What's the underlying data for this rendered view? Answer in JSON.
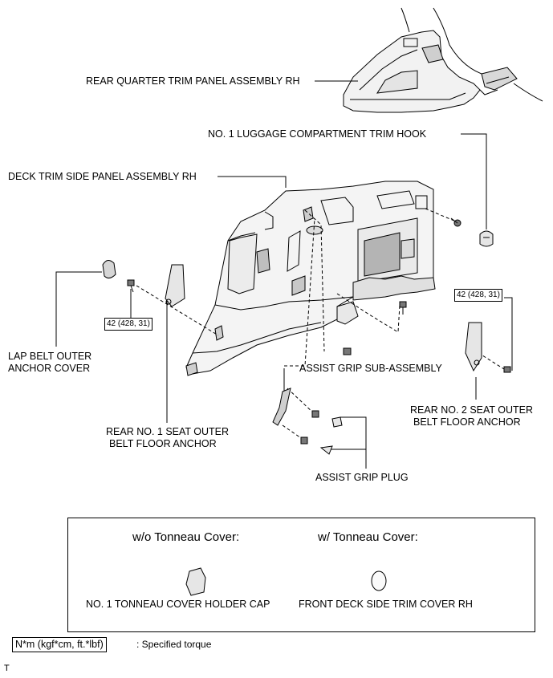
{
  "labels": {
    "rear_quarter_trim": "REAR QUARTER TRIM PANEL ASSEMBLY RH",
    "luggage_hook": "NO. 1 LUGGAGE COMPARTMENT TRIM HOOK",
    "deck_trim_side": "DECK TRIM SIDE PANEL ASSEMBLY RH",
    "lap_belt_line1": "LAP BELT OUTER",
    "lap_belt_line2": "ANCHOR COVER",
    "assist_grip": "ASSIST GRIP SUB-ASSEMBLY",
    "rear_no1_line1": "REAR NO. 1 SEAT OUTER",
    "rear_no1_line2": "BELT FLOOR ANCHOR",
    "rear_no2_line1": "REAR NO. 2 SEAT OUTER",
    "rear_no2_line2": "BELT FLOOR ANCHOR",
    "assist_grip_plug": "ASSIST GRIP PLUG"
  },
  "torque": {
    "left": "42 (428, 31)",
    "right": "42 (428, 31)"
  },
  "variants": {
    "wo_heading": "w/o Tonneau Cover:",
    "w_heading": "w/ Tonneau Cover:",
    "wo_part": "NO. 1 TONNEAU COVER HOLDER CAP",
    "w_part": "FRONT DECK SIDE TRIM COVER RH"
  },
  "legend": {
    "key": "N*m (kgf*cm, ft.*lbf)",
    "desc": ": Specified torque"
  },
  "footer": {
    "code": "T"
  }
}
